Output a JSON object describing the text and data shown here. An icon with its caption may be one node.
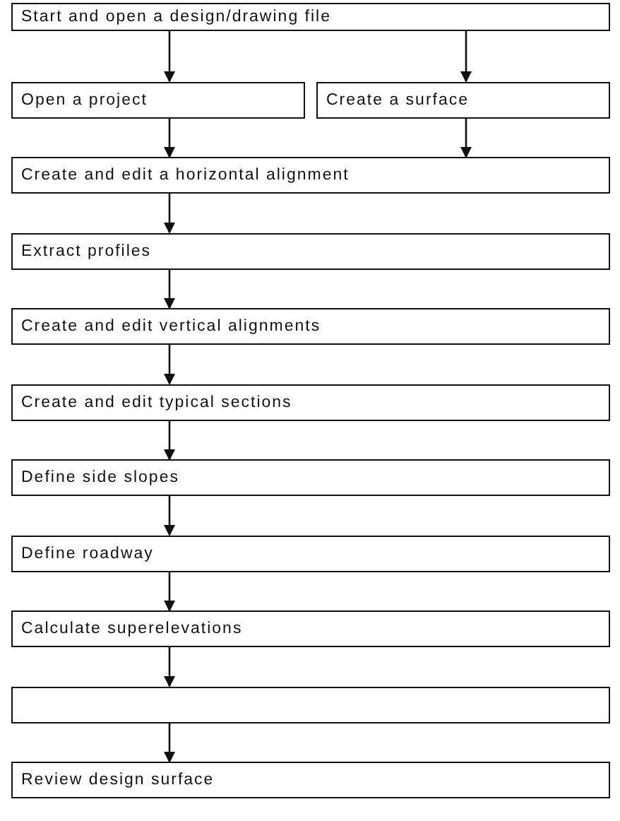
{
  "diagram": {
    "nodes": [
      {
        "text": [
          "Start and open a design/drawing file"
        ]
      },
      {
        "text": [
          "Open a project"
        ]
      },
      {
        "text": [
          "Create a surface"
        ]
      },
      {
        "text": [
          "Create and edit a horizontal alignment"
        ]
      },
      {
        "text": [
          "Extract profiles"
        ]
      },
      {
        "text": [
          "Create and edit vertical alignments"
        ]
      },
      {
        "text": [
          "Create and edit typical sections"
        ]
      },
      {
        "text": [
          "Define side slopes"
        ]
      },
      {
        "text": [
          "Define roadway"
        ]
      },
      {
        "text": [
          "Calculate superelevations"
        ]
      },
      {
        "text": [],
        "shape": "box"
      },
      {
        "text": [
          "Review design surface"
        ]
      }
    ],
    "edges": [
      {
        "from": 0,
        "to": 1,
        "arrow": "to"
      },
      {
        "from": 0,
        "to": 2,
        "arrow": "to"
      },
      {
        "from": 1,
        "to": 3,
        "arrow": "to"
      },
      {
        "from": 2,
        "to": 3,
        "arrow": "to"
      },
      {
        "from": 3,
        "to": 4,
        "arrow": "to"
      },
      {
        "from": 4,
        "to": 5,
        "arrow": "to"
      },
      {
        "from": 5,
        "to": 6,
        "arrow": "to"
      },
      {
        "from": 6,
        "to": 7,
        "arrow": "to"
      },
      {
        "from": 7,
        "to": 8,
        "arrow": "to"
      },
      {
        "from": 8,
        "to": 9,
        "arrow": "to"
      },
      {
        "from": 9,
        "to": 10,
        "arrow": "to"
      },
      {
        "from": 10,
        "to": 11,
        "arrow": "to"
      }
    ]
  }
}
